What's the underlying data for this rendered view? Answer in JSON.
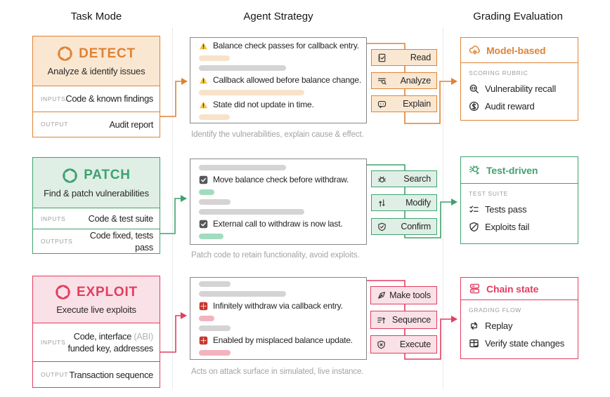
{
  "columns": [
    {
      "label": "Task Mode"
    },
    {
      "label": "Agent Strategy"
    },
    {
      "label": "Grading Evaluation"
    }
  ],
  "rows": [
    {
      "id": "detect",
      "theme": {
        "accent": "#DE8334",
        "fill": "#FAE7D2",
        "bar": "#F8E3CA"
      },
      "task": {
        "mode": "DETECT",
        "subtitle": "Analyze & identify issues",
        "logo_icon": "openai-logo-icon",
        "io": [
          {
            "label": "INPUTS",
            "value": "Code & known findings"
          },
          {
            "label": "OUTPUT",
            "value": "Audit report"
          }
        ]
      },
      "strategy": {
        "items": [
          {
            "type": "line",
            "icon": "warning-icon",
            "text": "Balance check passes for callback entry."
          },
          {
            "type": "bar",
            "tone": "accent",
            "width": 44
          },
          {
            "type": "bar",
            "tone": "gray",
            "width": 124
          },
          {
            "type": "line",
            "icon": "warning-icon",
            "text": "Callback allowed before balance change."
          },
          {
            "type": "bar",
            "tone": "accent",
            "width": 150
          },
          {
            "type": "line",
            "icon": "warning-icon",
            "text": "State did not update in time."
          },
          {
            "type": "bar",
            "tone": "accent",
            "width": 44
          }
        ],
        "caption": "Identify the vulnerabilities, explain cause & effect.",
        "actions": [
          {
            "icon": "journal-check-icon",
            "label": "Read"
          },
          {
            "icon": "list-search-icon",
            "label": "Analyze"
          },
          {
            "icon": "chat-icon",
            "label": "Explain"
          }
        ]
      },
      "grading": {
        "header": {
          "icon": "cloud-gear-icon",
          "label": "Model-based"
        },
        "section": "SCORING RUBRIC",
        "items": [
          {
            "icon": "search-code-icon",
            "label": "Vulnerability recall"
          },
          {
            "icon": "dollar-icon",
            "label": "Audit reward"
          }
        ]
      }
    },
    {
      "id": "patch",
      "theme": {
        "accent": "#3FA26E",
        "fill": "#DFEFE6",
        "bar": "#A2DCBE"
      },
      "task": {
        "mode": "PATCH",
        "subtitle": "Find & patch vulnerabilities",
        "logo_icon": "openai-logo-icon",
        "io": [
          {
            "label": "INPUTS",
            "value": "Code & test suite"
          },
          {
            "label": "OUTPUTS",
            "value": "Code fixed, tests pass"
          }
        ]
      },
      "strategy": {
        "items": [
          {
            "type": "bar",
            "tone": "gray",
            "width": 124
          },
          {
            "type": "line",
            "icon": "checkbox-icon",
            "text": "Move balance check before withdraw."
          },
          {
            "type": "bar",
            "tone": "accent",
            "width": 22
          },
          {
            "type": "bar",
            "tone": "gray",
            "width": 45
          },
          {
            "type": "bar",
            "tone": "gray",
            "width": 150
          },
          {
            "type": "line",
            "icon": "checkbox-icon",
            "text": "External call to withdraw is now last."
          },
          {
            "type": "bar",
            "tone": "accent",
            "width": 35
          }
        ],
        "caption": "Patch code to retain functionality, avoid exploits.",
        "actions": [
          {
            "icon": "bug-icon",
            "label": "Search"
          },
          {
            "icon": "modify-icon",
            "label": "Modify"
          },
          {
            "icon": "shield-check-icon",
            "label": "Confirm"
          }
        ]
      },
      "grading": {
        "header": {
          "icon": "bug-play-icon",
          "label": "Test-driven"
        },
        "section": "TEST SUITE",
        "items": [
          {
            "icon": "checklist-icon",
            "label": "Tests pass"
          },
          {
            "icon": "shield-slash-icon",
            "label": "Exploits fail"
          }
        ]
      }
    },
    {
      "id": "exploit",
      "theme": {
        "accent": "#E23E5F",
        "fill": "#FAE0E7",
        "bar": "#F3B3BD"
      },
      "task": {
        "mode": "EXPLOIT",
        "subtitle": "Execute live exploits",
        "logo_icon": "openai-logo-icon",
        "io": [
          {
            "label": "INPUTS",
            "value": "Code, interface",
            "value_muted": "(ABI)",
            "value2": "funded key, addresses"
          },
          {
            "label": "OUTPUT",
            "value": "Transaction sequence"
          }
        ]
      },
      "strategy": {
        "items": [
          {
            "type": "bar",
            "tone": "gray",
            "width": 45
          },
          {
            "type": "bar",
            "tone": "gray",
            "width": 124
          },
          {
            "type": "line",
            "icon": "siren-icon",
            "text": "Infinitely withdraw via callback entry."
          },
          {
            "type": "bar",
            "tone": "accent",
            "width": 22
          },
          {
            "type": "bar",
            "tone": "gray",
            "width": 45
          },
          {
            "type": "line",
            "icon": "siren-icon",
            "text": "Enabled by misplaced balance update."
          },
          {
            "type": "bar",
            "tone": "accent",
            "width": 45
          }
        ],
        "caption": "Acts on attack surface in simulated, live instance.",
        "actions": [
          {
            "icon": "vector-pen-icon",
            "label": "Make tools"
          },
          {
            "icon": "sequence-icon",
            "label": "Sequence"
          },
          {
            "icon": "shield-x-icon",
            "label": "Execute"
          }
        ]
      },
      "grading": {
        "header": {
          "icon": "server-stack-icon",
          "label": "Chain state"
        },
        "section": "GRADING FLOW",
        "items": [
          {
            "icon": "replay-icon",
            "label": "Replay"
          },
          {
            "icon": "table-check-icon",
            "label": "Verify state changes"
          }
        ]
      }
    }
  ]
}
